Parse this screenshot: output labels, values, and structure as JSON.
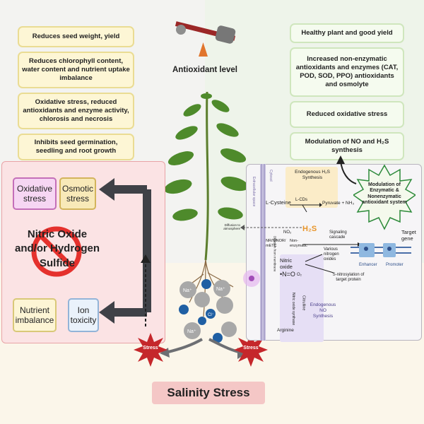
{
  "left_effects": [
    "Reduces seed weight, yield",
    "Reduces chlorophyll content, water content and nutrient uptake imbalance",
    "Oxidative stress, reduced antioxidants and enzyme activity, chlorosis and necrosis",
    "Inhibits seed germination, seedling and root growth"
  ],
  "antioxidant_label": "Antioxidant level",
  "right_effects": [
    "Healthy plant and good yield",
    "Increased non-enzymatic antioxidants and enzymes (CAT, POD, SOD, PPO) antioxidants and osmolyte",
    "Reduced oxidative stress",
    "Modulation of NO and H₂S synthesis"
  ],
  "pink_panel": {
    "oxidative": "Oxidative stress",
    "osmotic": "Osmotic stress",
    "center": "Nitric Oxide and/or Hydrogen Sulfide",
    "nutrient": "Nutrient imbalance",
    "ion": "Ion toxicity"
  },
  "stress_star_label": "Stress",
  "title": "Salinity Stress",
  "ions": [
    "Na⁺",
    "Cl⁻"
  ],
  "mechanism": {
    "extracellular": "Extracellular space",
    "cytosol": "Cytosol",
    "h2s_title": "Endogenous H₂S Synthesis",
    "l_cysteine": "L-Cysteine",
    "l_cds": "L-CDs",
    "pyruvate": "Pyruvate + NH₃",
    "h2s": "H₂S",
    "diffusion": "Diffusion to atmosphere",
    "no2": "NO₂",
    "nr_label": "NR/NiNOR/ mETC",
    "non_enzymatic": "Non-enzymatic",
    "nitric_oxide": "Nitric oxide",
    "no_formula": "•N=O",
    "o2": "O₂",
    "signaling": "Signaling cascade",
    "various": "Various nitrogen oxides",
    "snitro": "S-nitrosylation of target protein",
    "nos": "Nitric oxide synthase",
    "citrulline": "Citrulline",
    "arginine": "Arginine",
    "no_title": "Endogenous NO Synthesis",
    "enhancer": "Enhancer",
    "promoter": "Promoter",
    "target_gene": "Target gene",
    "modulation": "Modulation of Enzymatic & Nonenzymatic antioxidant system",
    "diffusion_membrane": "Diffusion from membrane"
  }
}
